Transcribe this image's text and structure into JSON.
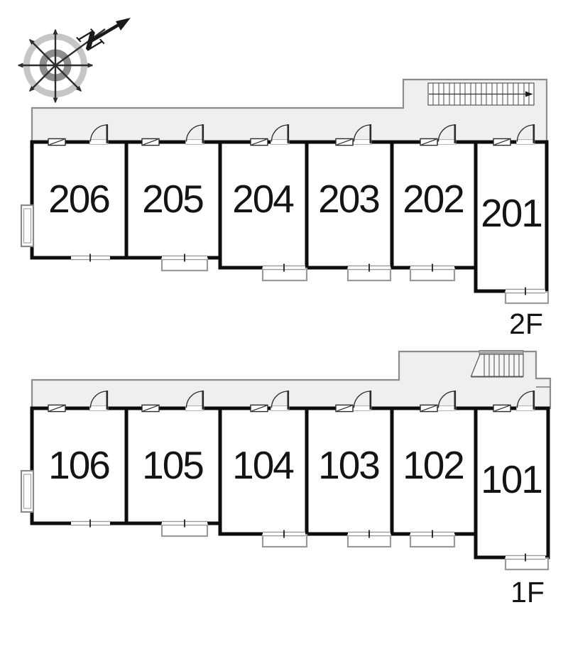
{
  "compass": {
    "north_label": "N"
  },
  "colors": {
    "wall": "#0d0d0d",
    "corridor_fill": "#efefee",
    "outline": "#8c8c8c"
  },
  "floors": [
    {
      "label": "2F",
      "rooms": [
        {
          "number": "206"
        },
        {
          "number": "205"
        },
        {
          "number": "204"
        },
        {
          "number": "203"
        },
        {
          "number": "202"
        },
        {
          "number": "201"
        }
      ]
    },
    {
      "label": "1F",
      "rooms": [
        {
          "number": "106"
        },
        {
          "number": "105"
        },
        {
          "number": "104"
        },
        {
          "number": "103"
        },
        {
          "number": "102"
        },
        {
          "number": "101"
        }
      ]
    }
  ]
}
